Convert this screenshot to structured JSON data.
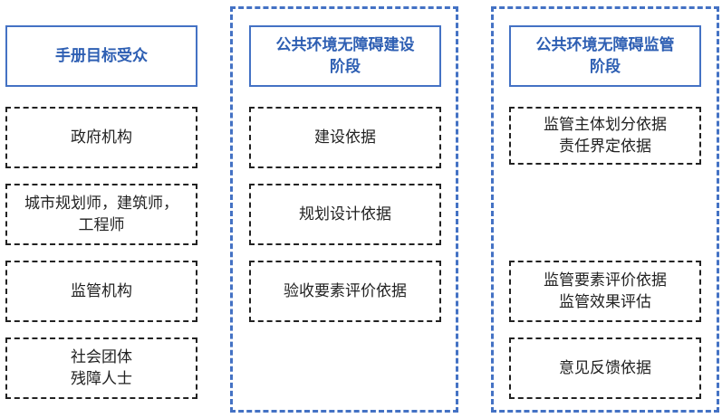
{
  "colors": {
    "accent": "#4472c4",
    "header_text": "#2e5fb3",
    "item_border": "#222222"
  },
  "col1": {
    "header": "手册目标受众",
    "items": [
      {
        "lines": [
          "政府机构"
        ]
      },
      {
        "lines": [
          "城市规划师，建筑师，",
          "工程师"
        ]
      },
      {
        "lines": [
          "监管机构"
        ]
      },
      {
        "lines": [
          "社会团体",
          "残障人士"
        ]
      }
    ]
  },
  "col2": {
    "header_lines": [
      "公共环境无障碍建设",
      "阶段"
    ],
    "items": [
      {
        "lines": [
          "建设依据"
        ]
      },
      {
        "lines": [
          "规划设计依据"
        ]
      },
      {
        "lines": [
          "验收要素评价依据"
        ]
      }
    ]
  },
  "col3": {
    "header_lines": [
      "公共环境无障碍监管",
      "阶段"
    ],
    "items": [
      {
        "lines": [
          "监管主体划分依据",
          "责任界定依据"
        ]
      },
      {
        "lines": [
          "监管要素评价依据",
          "监管效果评估"
        ]
      },
      {
        "lines": [
          "意见反馈依据"
        ]
      }
    ]
  }
}
